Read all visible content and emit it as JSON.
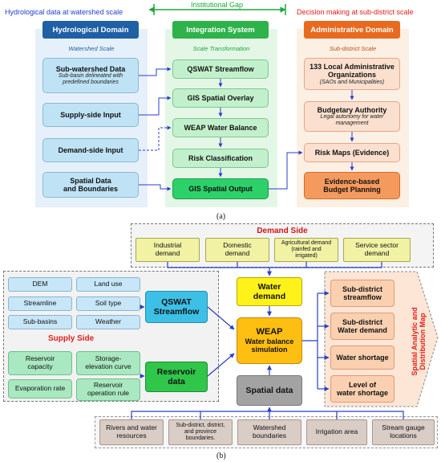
{
  "panel_a": {
    "top_left_caption": "Hydrological data at watershed scale",
    "top_center_caption": "Institutional Gap",
    "top_right_caption": "Decision making at sub-district scale",
    "hydro": {
      "header": "Hydrological Domain",
      "scale": "Watershed Scale",
      "boxes": [
        {
          "title": "Sub-watershed Data",
          "sub": "Sub-basin delineated with predefined boundaries"
        },
        {
          "title": "Supply-side Input"
        },
        {
          "title": "Demand-side Input"
        },
        {
          "title": "Spatial Data and Boundaries",
          "title_l1": "Spatial Data",
          "title_l2": "and Boundaries"
        }
      ]
    },
    "integ": {
      "header": "Integration System",
      "scale": "Scale Transformation",
      "boxes": [
        "QSWAT Streamflow",
        "GIS Spatial Overlay",
        "WEAP Water Balance",
        "Risk Classification",
        "GIS Spatial Output"
      ]
    },
    "admin": {
      "header": "Administrative Domain",
      "scale": "Sub-district Scale",
      "boxes": [
        {
          "title": "133 Local Administrative Organizations",
          "title_l1": "133 Local Administrative",
          "title_l2": "Organizations",
          "sub": "(SAOs and Municipalities)"
        },
        {
          "title": "Budgetary Authority",
          "sub": "Legal autonomy for water management",
          "sub_l1": "Legal autonomy for water",
          "sub_l2": "management"
        },
        {
          "title": "Risk Maps (Evidence)"
        },
        {
          "title": "Evidence-based Budget Planning",
          "title_l1": "Evidence-based",
          "title_l2": "Budget Planning"
        }
      ]
    },
    "caption": "(a)"
  },
  "panel_b": {
    "demand_side": {
      "title": "Demand Side",
      "items": [
        {
          "l1": "Industrial",
          "l2": "demand"
        },
        {
          "l1": "Domestic",
          "l2": "demand"
        },
        {
          "l1": "Agricultural demand",
          "l2": "(rainfed and",
          "l3": "irrigated)"
        },
        {
          "l1": "Service sector",
          "l2": "demand"
        }
      ]
    },
    "supply_side": {
      "title": "Supply Side",
      "hydro_inputs": [
        "DEM",
        "Land use",
        "Streamline",
        "Soil type",
        "Sub-basins",
        "Weather"
      ],
      "reservoir_inputs": [
        {
          "l1": "Reservoir",
          "l2": "capacity"
        },
        {
          "l1": "Storage-",
          "l2": "elevation curve"
        },
        {
          "l1": "Evaporation rate"
        },
        {
          "l1": "Reservoir",
          "l2": "operation rule"
        }
      ]
    },
    "qswat": {
      "l1": "QSWAT",
      "l2": "Streamflow"
    },
    "reservoir_data": {
      "l1": "Reservoir",
      "l2": "data"
    },
    "water_demand": {
      "l1": "Water",
      "l2": "demand"
    },
    "weap": {
      "l1": "WEAP",
      "l2": "Water balance",
      "l3": "simulation"
    },
    "spatial_data": "Spatial data",
    "outputs": [
      {
        "l1": "Sub-district",
        "l2": "streamflow"
      },
      {
        "l1": "Sub-district",
        "l2": "Water demand"
      },
      {
        "l1": "Water shortage"
      },
      {
        "l1": "Level of",
        "l2": "water shortage"
      }
    ],
    "map_label": {
      "l1": "Spatial Analytic and",
      "l2": "Distribution Map"
    },
    "spatial_inputs": [
      {
        "l1": "Rivers and water",
        "l2": "resources"
      },
      {
        "l1": "Sub-district, district,",
        "l2": "and province",
        "l3": "boundaries."
      },
      {
        "l1": "Watershed",
        "l2": "boundaries"
      },
      {
        "l1": "Irrigation area"
      },
      {
        "l1": "Stream gauge",
        "l2": "locations"
      }
    ],
    "caption": "(b)"
  },
  "colors": {
    "hydro_header": "#1f5fa6",
    "integ_header": "#2eb24a",
    "admin_header": "#e86a1f",
    "caption_blue": "#1f3fd0",
    "caption_green": "#1aa83a",
    "caption_red": "#e0201a",
    "arrow_blue": "#2a3fc4",
    "supply_title": "#e0201a",
    "demand_title": "#d01515"
  }
}
